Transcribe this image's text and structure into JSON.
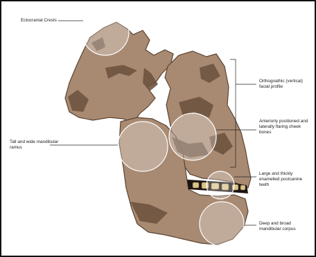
{
  "labels": {
    "ectocranial_crests": "Ectocranial Crests",
    "mandibular_ramus": "Tall and wide mandibular ramus",
    "facial_profile": "Orthognathic (vertical) facial profile",
    "cheek_bones": "Anteriorly positioned and laterally flaring cheek bones",
    "postcanine_teeth": "Large and thickly enamelled postcanine teeth",
    "mandibular_corpus": "Deep and broad mandibular corpus"
  },
  "colors": {
    "bone": "#a88a72",
    "bone_dark": "#6e5340",
    "outline": "#5a4332",
    "tooth": "#d8c48a",
    "jaw_gap": "#1c1410",
    "highlight": "#ffffff",
    "leader": "#222222"
  }
}
